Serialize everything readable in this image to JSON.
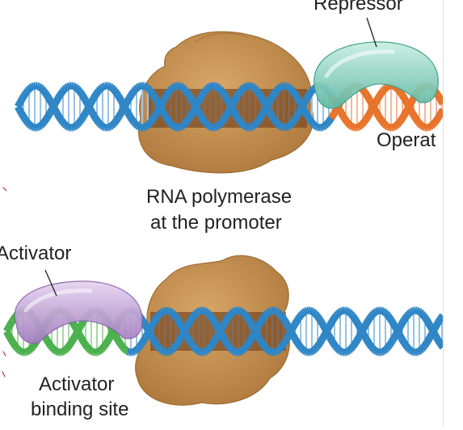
{
  "labels": {
    "repressor": "Repressor",
    "operator": "Operat",
    "rna_polymerase_line1": "RNA polymerase",
    "rna_polymerase_line2": "at the promoter",
    "activator": "Activator",
    "activator_site_line1": "Activator",
    "activator_site_line2": "binding site"
  },
  "colors": {
    "dna_blue": "#2f86c6",
    "dna_blue_dark": "#1d5d93",
    "operator_orange": "#e8732a",
    "activator_site_green": "#4bb04d",
    "polymerase_tan": "#c79455",
    "polymerase_band": "#7a4a22",
    "repressor_teal": "#84d1bf",
    "activator_violet": "#c4a1da",
    "annotation_magenta": "#b0187a"
  }
}
